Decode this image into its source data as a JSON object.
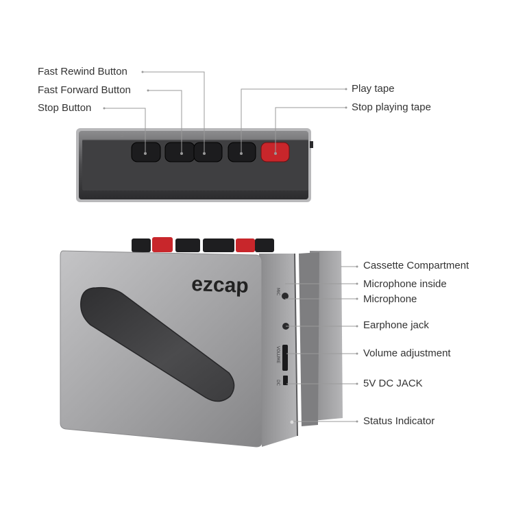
{
  "brand": "ezcap",
  "top_view_labels": {
    "fast_rewind": "Fast Rewind Button",
    "fast_forward": "Fast Forward Button",
    "stop": "Stop Button",
    "play": "Play tape",
    "stop_playing": "Stop playing tape"
  },
  "side_view_labels": {
    "cassette_compartment": "Cassette Compartment",
    "microphone_inside": "Microphone inside",
    "microphone": "Microphone",
    "earphone_jack": "Earphone jack",
    "volume_adjustment": "Volume adjustment",
    "dc_jack": "5V DC JACK",
    "status_indicator": "Status Indicator"
  },
  "side_panel_marks": {
    "mic": "MIC",
    "volume": "VOLUME",
    "dc": "DC"
  },
  "colors": {
    "body_silver": "#a9a9ab",
    "panel_dark": "#3a3a3c",
    "button_dark": "#1c1c1e",
    "button_red": "#c8262b",
    "leader": "#9a9a9a"
  }
}
